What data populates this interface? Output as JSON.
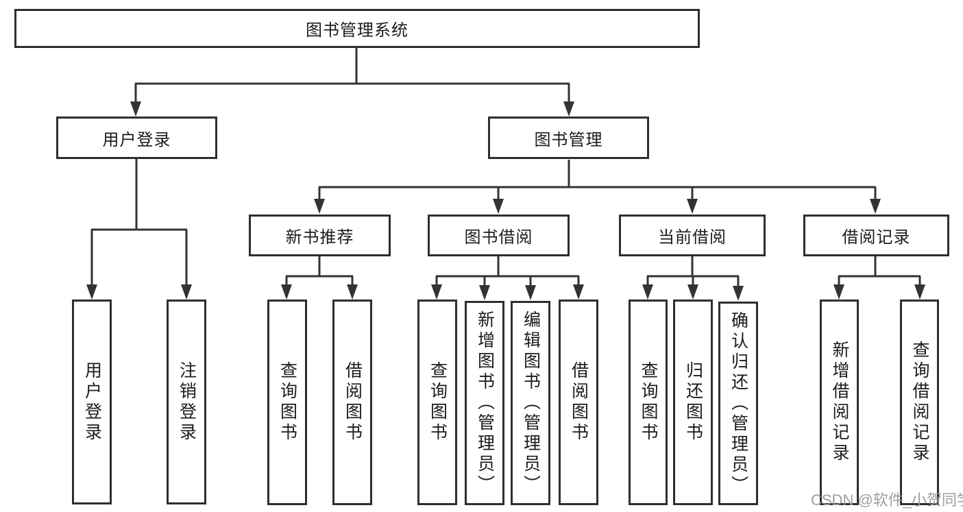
{
  "tree": {
    "root": "图书管理系统",
    "branches": [
      {
        "label": "用户登录",
        "children": [
          "用户登录",
          "注销登录"
        ]
      },
      {
        "label": "图书管理",
        "groups": [
          {
            "label": "新书推荐",
            "children": [
              "查询图书",
              "借阅图书"
            ]
          },
          {
            "label": "图书借阅",
            "children": [
              "查询图书",
              "新增图书（管理员）",
              "编辑图书（管理员）",
              "借阅图书"
            ]
          },
          {
            "label": "当前借阅",
            "children": [
              "查询图书",
              "归还图书",
              "确认归还（管理员）"
            ]
          },
          {
            "label": "借阅记录",
            "children": [
              "新增借阅记录",
              "查询借阅记录"
            ]
          }
        ]
      }
    ]
  },
  "watermark": "CSDN @软件_小贺同学",
  "colors": {
    "line": "#333333",
    "box_border": "#2e2e2e",
    "text": "#1b1b1b",
    "watermark": "#9e9e9e",
    "background": "#ffffff"
  }
}
